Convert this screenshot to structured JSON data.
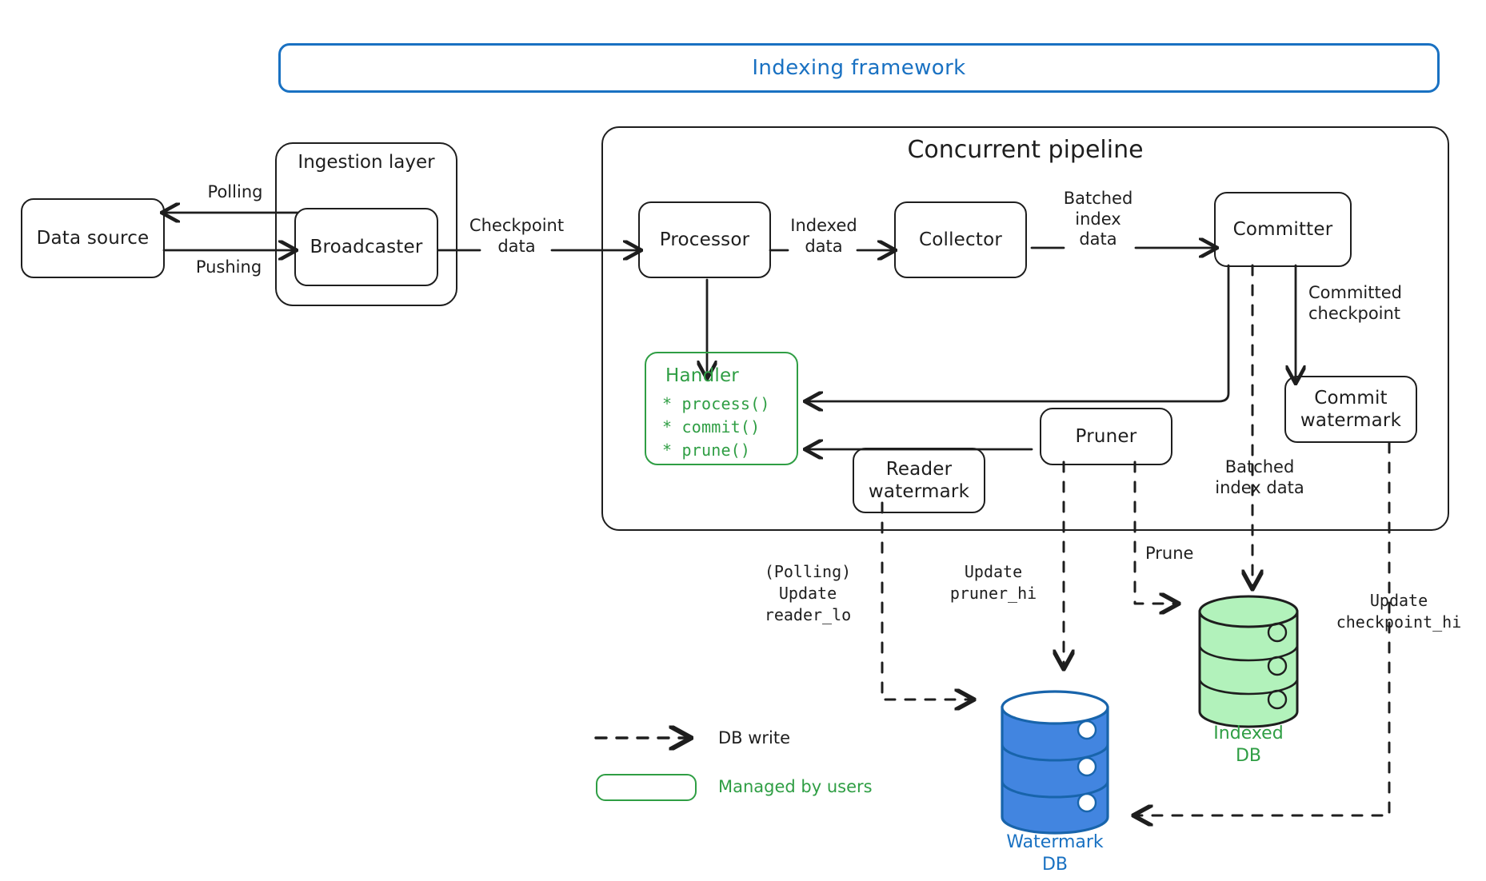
{
  "diagram": {
    "title": "Indexing framework",
    "framework_label": "Indexing framework",
    "groups": [
      {
        "id": "ingestion",
        "label": "Ingestion layer"
      },
      {
        "id": "pipeline",
        "label": "Concurrent pipeline"
      }
    ],
    "nodes": [
      {
        "id": "data-source",
        "label": "Data source"
      },
      {
        "id": "broadcaster",
        "label": "Broadcaster"
      },
      {
        "id": "processor",
        "label": "Processor"
      },
      {
        "id": "collector",
        "label": "Collector"
      },
      {
        "id": "committer",
        "label": "Committer"
      },
      {
        "id": "commit-watermark",
        "label": "Commit\nwatermark"
      },
      {
        "id": "pruner",
        "label": "Pruner"
      },
      {
        "id": "reader-watermark",
        "label": "Reader\nwatermark"
      }
    ],
    "handler": {
      "title": "Handler",
      "methods": [
        "* process()",
        "* commit()",
        "* prune()"
      ]
    },
    "edge_labels": [
      {
        "id": "polling",
        "text": "Polling"
      },
      {
        "id": "pushing",
        "text": "Pushing"
      },
      {
        "id": "checkpoint-data",
        "text": "Checkpoint\ndata"
      },
      {
        "id": "indexed-data",
        "text": "Indexed\ndata"
      },
      {
        "id": "batched-index-data-1",
        "text": "Batched\nindex\ndata"
      },
      {
        "id": "committed-checkpoint",
        "text": "Committed\ncheckpoint"
      },
      {
        "id": "batched-index-data-2",
        "text": "Batched\nindex data"
      },
      {
        "id": "prune",
        "text": "Prune"
      }
    ],
    "mono_labels": [
      {
        "id": "update-reader-lo",
        "text": "(Polling)\nUpdate\nreader_lo"
      },
      {
        "id": "update-pruner-hi",
        "text": "Update\npruner_hi"
      },
      {
        "id": "update-checkpoint-hi",
        "text": "Update\ncheckpoint_hi"
      }
    ],
    "databases": [
      {
        "id": "watermark-db",
        "label": "Watermark\nDB",
        "color": "#4285e0"
      },
      {
        "id": "indexed-db",
        "label": "Indexed\nDB",
        "color": "#a9e5b4"
      }
    ],
    "legend": [
      {
        "id": "db-write",
        "label": "DB write",
        "kind": "dashed-arrow"
      },
      {
        "id": "managed-by-users",
        "label": "Managed by users",
        "kind": "green-box"
      }
    ],
    "colors": {
      "stroke": "#1e1e1e",
      "blue": "#1971c2",
      "green": "#2f9e44",
      "db_blue_fill": "#4285e0",
      "db_green_fill": "#b2f2bb"
    }
  }
}
